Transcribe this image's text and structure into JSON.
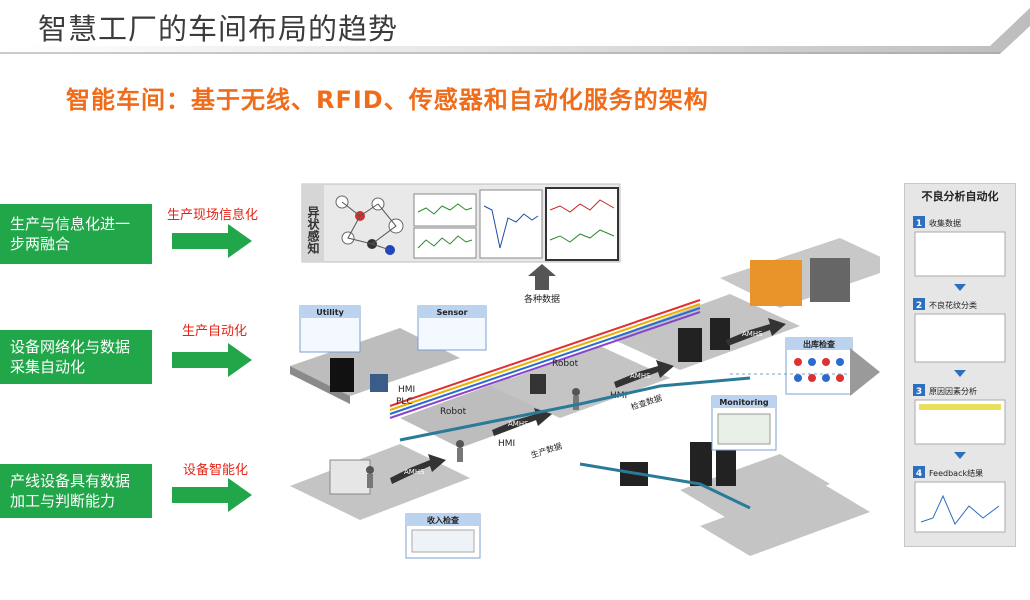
{
  "slide": {
    "title": "智慧工厂的车间布局的趋势",
    "subtitle": "智能车间：基于无线、RFID、传感器和自动化服务的架构"
  },
  "left_rows": [
    {
      "box": "生产与信息化进一步两融合",
      "label": "生产现场信息化"
    },
    {
      "box": "设备网络化与数据采集自动化",
      "label": "生产自动化"
    },
    {
      "box": "产线设备具有数据加工与判断能力",
      "label": "设备智能化"
    }
  ],
  "center": {
    "anomaly_label": "异状感知",
    "various_data": "各种数据",
    "utility": "Utility",
    "sensor": "Sensor",
    "robot": "Robot",
    "hmi": "HMI",
    "plc": "PLC",
    "amhs": "AMHS",
    "monitoring": "Monitoring",
    "outbound_check": "出库检查",
    "inspection_data": "检查数据",
    "production_data": "生产数据",
    "incoming_check": "收入检查"
  },
  "right_panel": {
    "title": "不良分析自动化",
    "steps": [
      {
        "num": "1",
        "label": "收集数据"
      },
      {
        "num": "2",
        "label": "不良花纹分类"
      },
      {
        "num": "3",
        "label": "原因因素分析"
      },
      {
        "num": "4",
        "label": "Feedback结果"
      }
    ]
  },
  "colors": {
    "accent_orange": "#ef6c1a",
    "green": "#22a64a",
    "red_label": "#e32416",
    "panel_blue": "#2d6fbf"
  }
}
